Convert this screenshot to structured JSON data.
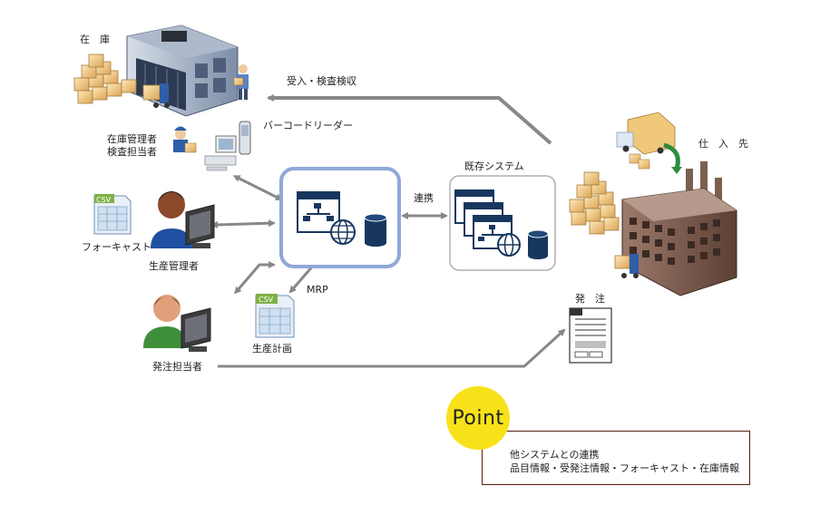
{
  "labels": {
    "warehouse": "在　庫",
    "receiving": "受入・検査検収",
    "barcode_reader": "バーコードリーダー",
    "inventory_manager": [
      "在庫管理者",
      "検査担当者"
    ],
    "existing_system": "既存システム",
    "link": "連携",
    "supplier": "仕　入　先",
    "forecast": "フォーキャスト",
    "production_manager": "生産管理者",
    "mrp": "MRP",
    "production_plan": "生産計画",
    "order": "発　注",
    "order_person": "発注担当者",
    "csv": "CSV"
  },
  "point": {
    "badge": "Point",
    "line1": "他システムとの連携",
    "line2": "品目情報・受発注情報・フォーキャスト・在庫情報"
  },
  "colors": {
    "system_border": "#8fa8d8",
    "arrow": "#888888",
    "point_yellow": "#f7e21a",
    "point_border": "#5a1a10",
    "dark_blue": "#17375e"
  }
}
